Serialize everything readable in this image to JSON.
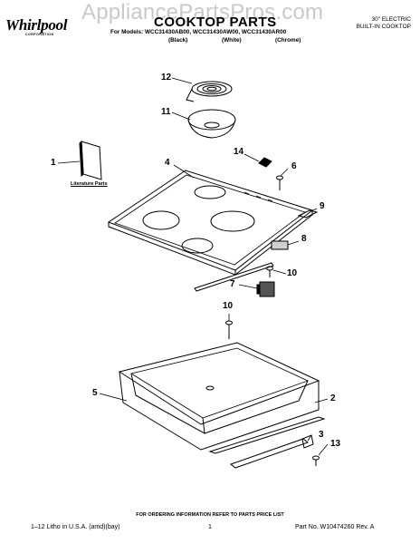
{
  "brand": {
    "logo": "Whirlpool",
    "logo_sub": "CORPORATION"
  },
  "watermark": "AppliancePartsPros.com",
  "header": {
    "title": "COOKTOP PARTS",
    "models_line": "For Models: WCC31430AB00, WCC31430AW00, WCC31430AR00",
    "variants": [
      "(Black)",
      "(White)",
      "(Chrome)"
    ],
    "product_line1": "30\" ELECTRIC",
    "product_line2": "BUILT-IN COOKTOP"
  },
  "callouts": [
    "12",
    "11",
    "1",
    "4",
    "14",
    "6",
    "9",
    "8",
    "10",
    "7",
    "10",
    "5",
    "2",
    "3",
    "13"
  ],
  "literature_label": "Literature Parts",
  "ordering_info": "FOR ORDERING INFORMATION REFER TO PARTS PRICE LIST",
  "footer": {
    "left": "1–12 Litho in U.S.A. (amd)(bay)",
    "page": "1",
    "right": "Part No. W10474260 Rev. A"
  }
}
